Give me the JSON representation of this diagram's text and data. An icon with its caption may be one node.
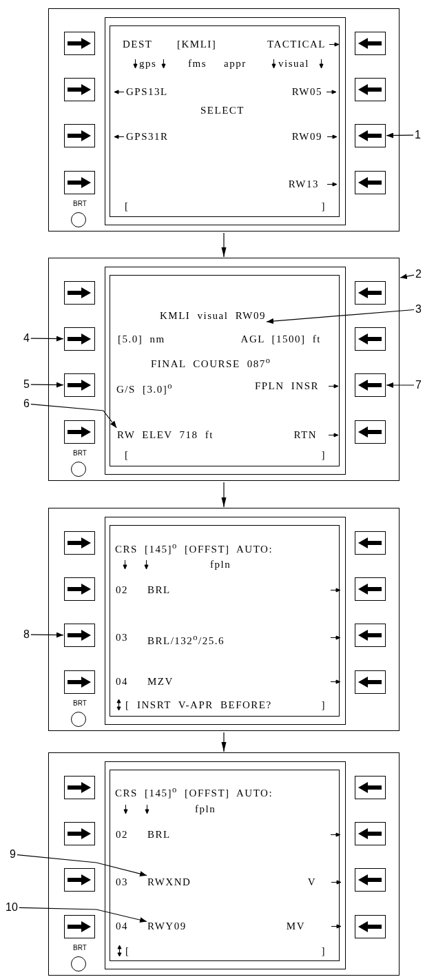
{
  "diagram": {
    "nodes": [
      {
        "text": [],
        "shape": "box"
      },
      {
        "text": [
          "DEST",
          "[KMLI]",
          "TACTICAL",
          "gps",
          "fms",
          "appr",
          "visual",
          "GPS13L",
          "RW05",
          "SELECT",
          "GPS31R",
          "RW09",
          "RW13",
          "[",
          "]"
        ],
        "in": 0
      },
      {
        "text": [],
        "shape": "box",
        "in": 0
      },
      {
        "text": [],
        "shape": "box",
        "in": 0
      },
      {
        "text": [],
        "shape": "box",
        "in": 0
      },
      {
        "text": [],
        "shape": "box",
        "in": 0
      },
      {
        "text": [],
        "shape": "box",
        "in": 0
      },
      {
        "text": [],
        "shape": "box",
        "in": 0
      },
      {
        "text": [],
        "shape": "box",
        "in": 0
      },
      {
        "text": [],
        "shape": "box",
        "in": 0
      },
      {
        "text": [],
        "shape": "circle",
        "in": 0,
        "beside": [
          "BRT"
        ]
      },
      {
        "text": [
          "1"
        ]
      },
      {
        "text": [],
        "shape": "box"
      },
      {
        "text": [
          "[5.0] nm",
          "AGL [1500] ft",
          "FINAL COURSE 087$^{o}$",
          "G/S [3.0]$^{o}$",
          "FPLN INSR",
          "RTN",
          "[",
          "]"
        ],
        "in": 12
      },
      {
        "text": [
          "KMLI visual RW09"
        ],
        "in": 13
      },
      {
        "text": [
          "RW ELEV 718 ft"
        ],
        "in": 13
      },
      {
        "text": [],
        "shape": "box",
        "in": 12
      },
      {
        "text": [],
        "shape": "box",
        "in": 12
      },
      {
        "text": [],
        "shape": "box",
        "in": 12
      },
      {
        "text": [],
        "shape": "box",
        "in": 12
      },
      {
        "text": [],
        "shape": "box",
        "in": 12
      },
      {
        "text": [],
        "shape": "box",
        "in": 12
      },
      {
        "text": [],
        "shape": "box",
        "in": 12
      },
      {
        "text": [],
        "shape": "box",
        "in": 12
      },
      {
        "text": [],
        "shape": "circle",
        "in": 12,
        "beside": [
          "BRT"
        ]
      },
      {
        "text": [
          "2"
        ]
      },
      {
        "text": [
          "3"
        ]
      },
      {
        "text": [
          "4"
        ]
      },
      {
        "text": [
          "5"
        ]
      },
      {
        "text": [
          "6"
        ]
      },
      {
        "text": [
          "7"
        ]
      },
      {
        "text": [],
        "shape": "box"
      },
      {
        "text": [
          "CRS [145]$^{o}$ [OFFST] AUTO:",
          "fpln",
          "02",
          "BRL",
          "03",
          "BRL/132$^{o}$/25.6",
          "04",
          "MZV",
          "[",
          "INSRT V-APR BEFORE?",
          "]"
        ],
        "in": 31
      },
      {
        "text": [],
        "shape": "box",
        "in": 31
      },
      {
        "text": [],
        "shape": "box",
        "in": 31
      },
      {
        "text": [],
        "shape": "box",
        "in": 31
      },
      {
        "text": [],
        "shape": "box",
        "in": 31
      },
      {
        "text": [],
        "shape": "box",
        "in": 31
      },
      {
        "text": [],
        "shape": "box",
        "in": 31
      },
      {
        "text": [],
        "shape": "box",
        "in": 31
      },
      {
        "text": [],
        "shape": "box",
        "in": 31
      },
      {
        "text": [],
        "shape": "circle",
        "in": 31,
        "beside": [
          "BRT"
        ]
      },
      {
        "text": [
          "8"
        ]
      },
      {
        "text": [],
        "shape": "box"
      },
      {
        "text": [
          "CRS [145]$^{o}$ [OFFST] AUTO:",
          "fpln",
          "02",
          "BRL",
          "03",
          "V",
          "04",
          "MV",
          "[",
          "]"
        ],
        "in": 43
      },
      {
        "text": [
          "RWXND"
        ],
        "in": 44
      },
      {
        "text": [
          "RWY09"
        ],
        "in": 44
      },
      {
        "text": [],
        "shape": "box",
        "in": 43
      },
      {
        "text": [],
        "shape": "box",
        "in": 43
      },
      {
        "text": [],
        "shape": "box",
        "in": 43
      },
      {
        "text": [],
        "shape": "box",
        "in": 43
      },
      {
        "text": [],
        "shape": "box",
        "in": 43
      },
      {
        "text": [],
        "shape": "box",
        "in": 43
      },
      {
        "text": [],
        "shape": "box",
        "in": 43
      },
      {
        "text": [],
        "shape": "box",
        "in": 43
      },
      {
        "text": [],
        "shape": "circle",
        "in": 43,
        "beside": [
          "BRT"
        ]
      },
      {
        "text": [
          "9"
        ]
      },
      {
        "text": [
          "10"
        ]
      }
    ],
    "edges": [
      {
        "from": 0,
        "to": 12,
        "arrow": "to"
      },
      {
        "from": 12,
        "to": 31,
        "arrow": "to"
      },
      {
        "from": 31,
        "to": 43,
        "arrow": "to"
      },
      {
        "from": 11,
        "to": 7,
        "arrow": "to"
      },
      {
        "from": 25,
        "to": 12,
        "arrow": "to"
      },
      {
        "from": 26,
        "to": 14,
        "arrow": "to"
      },
      {
        "from": 27,
        "to": 18,
        "arrow": "to"
      },
      {
        "from": 28,
        "to": 20,
        "arrow": "to"
      },
      {
        "from": 29,
        "to": 15,
        "arrow": "to"
      },
      {
        "from": 30,
        "to": 21,
        "arrow": "to"
      },
      {
        "from": 42,
        "to": 37,
        "arrow": "to"
      },
      {
        "from": 56,
        "to": 45,
        "arrow": "to"
      },
      {
        "from": 57,
        "to": 46,
        "arrow": "to"
      }
    ]
  }
}
